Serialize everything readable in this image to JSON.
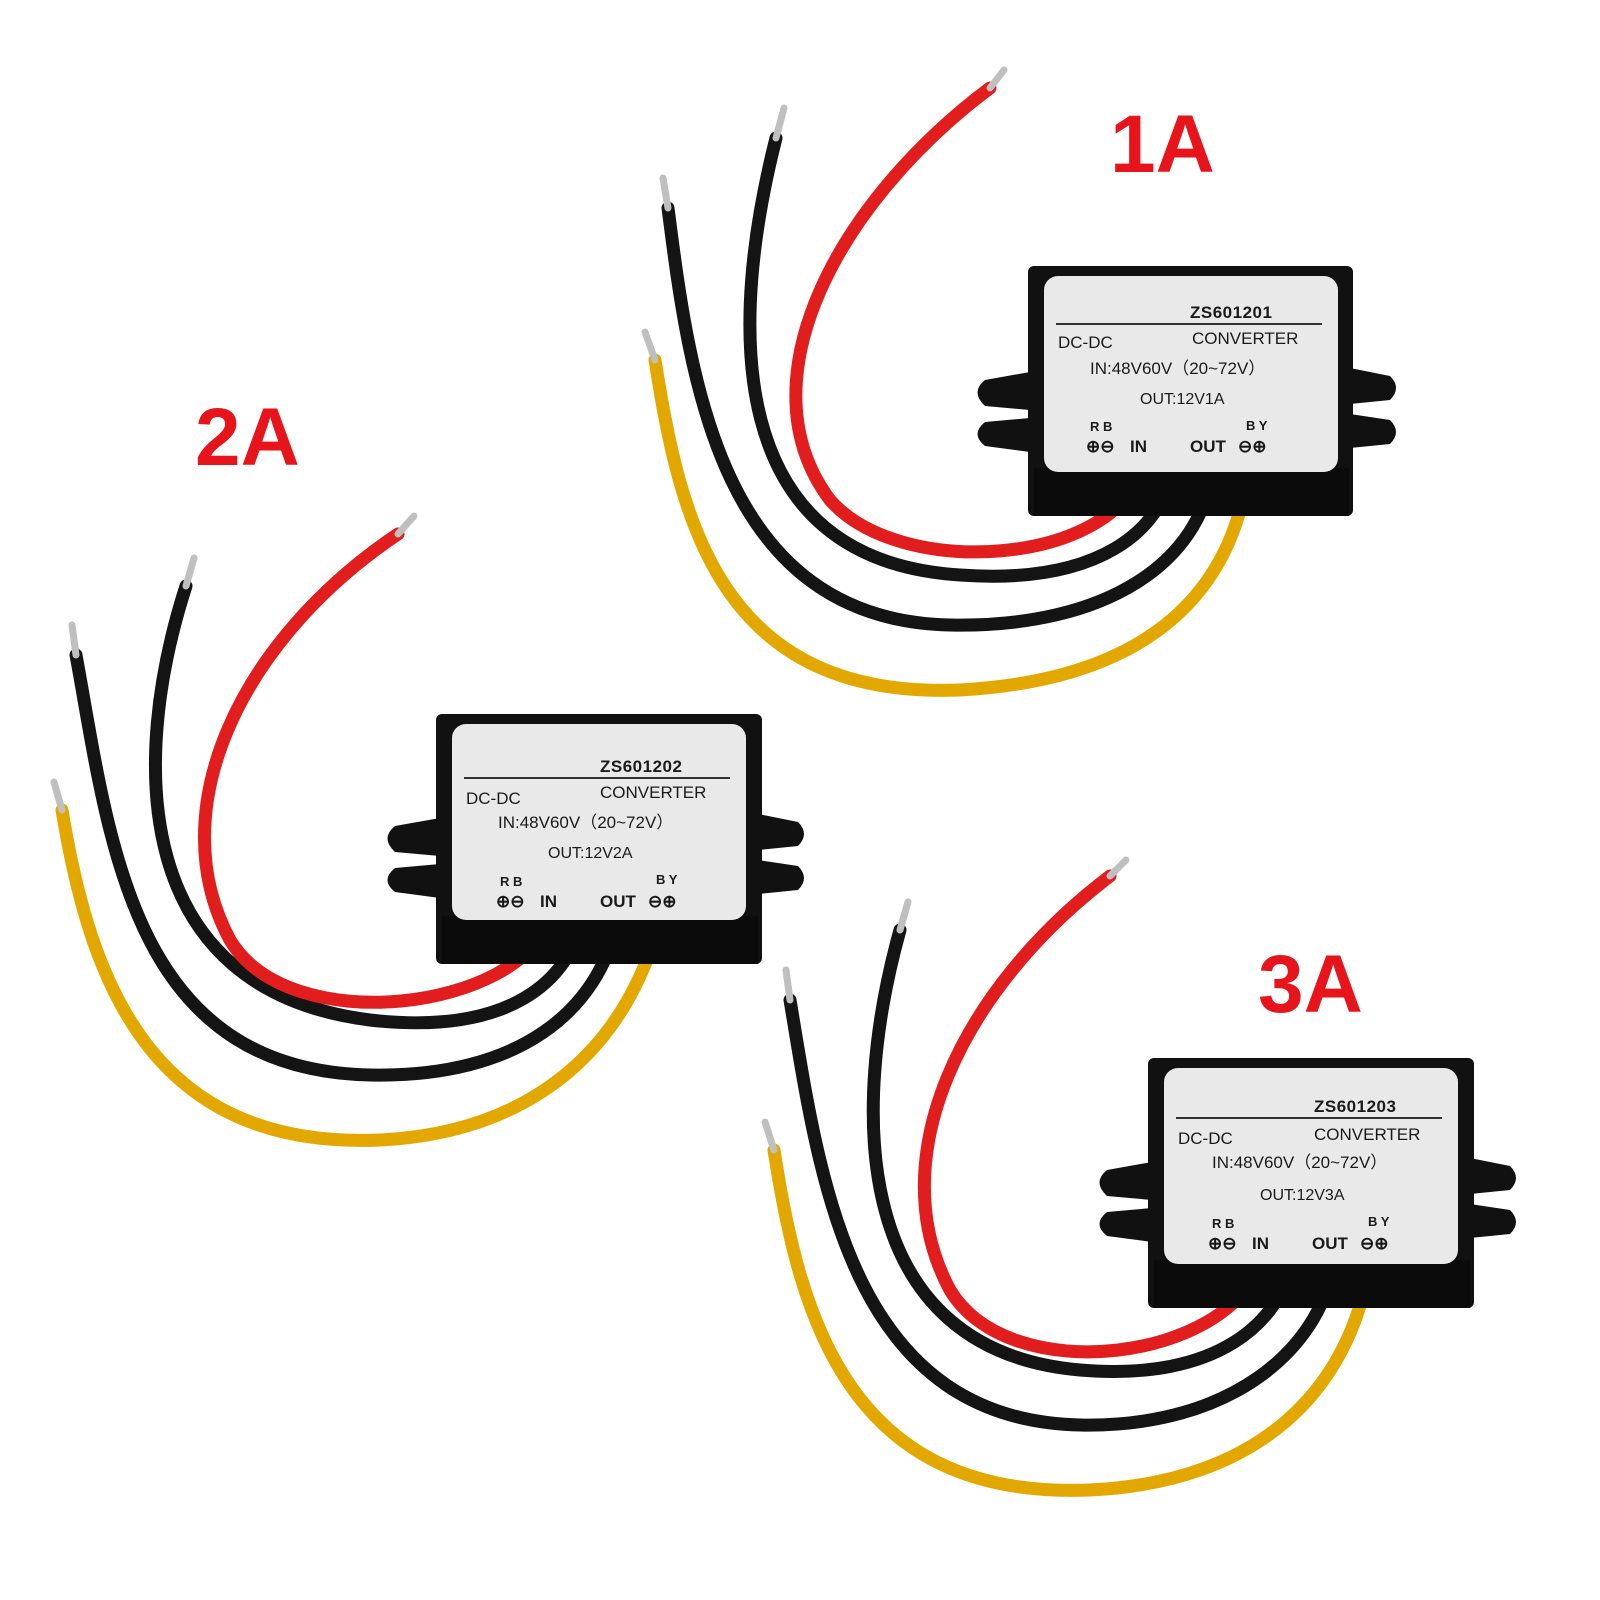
{
  "colors": {
    "wire_red": "#e11d1d",
    "wire_black": "#141414",
    "wire_yellow": "#f0b400",
    "body": "#111111",
    "label_bg": "#e9e9e9",
    "size_label": "#e8141b"
  },
  "converters": [
    {
      "size_label": "1A",
      "model": "ZS601201",
      "type_left": "DC-DC",
      "type_right": "CONVERTER",
      "input": "IN:48V60V（20~72V）",
      "output": "OUT:12V1A",
      "pin_in_letters": "R B",
      "pin_in_symbols": "⊕⊖",
      "pin_in_word": "IN",
      "pin_out_letters": "B  Y",
      "pin_out_word": "OUT",
      "pin_out_symbols": "⊖⊕"
    },
    {
      "size_label": "2A",
      "model": "ZS601202",
      "type_left": "DC-DC",
      "type_right": "CONVERTER",
      "input": "IN:48V60V（20~72V）",
      "output": "OUT:12V2A",
      "pin_in_letters": "R B",
      "pin_in_symbols": "⊕⊖",
      "pin_in_word": "IN",
      "pin_out_letters": "B  Y",
      "pin_out_word": "OUT",
      "pin_out_symbols": "⊖⊕"
    },
    {
      "size_label": "3A",
      "model": "ZS601203",
      "type_left": "DC-DC",
      "type_right": "CONVERTER",
      "input": "IN:48V60V（20~72V）",
      "output": "OUT:12V3A",
      "pin_in_letters": "R B",
      "pin_in_symbols": "⊕⊖",
      "pin_in_word": "IN",
      "pin_out_letters": "B  Y",
      "pin_out_word": "OUT",
      "pin_out_symbols": "⊖⊕"
    }
  ]
}
